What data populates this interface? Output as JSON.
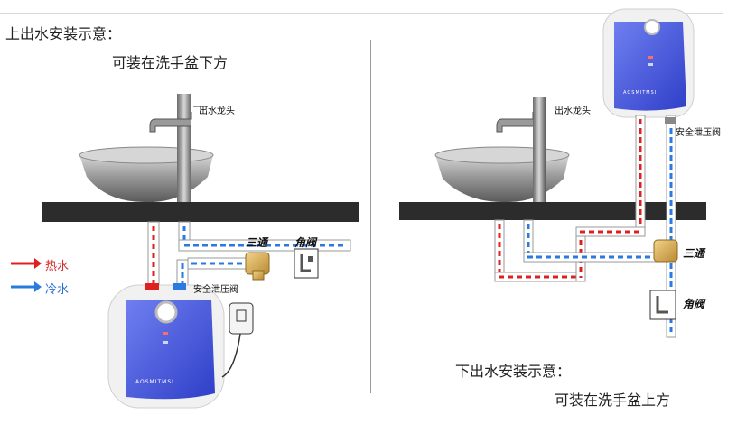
{
  "left": {
    "title": "上出水安装示意：",
    "subtitle": "可装在洗手盆下方",
    "faucet_label": "出水龙头",
    "tee_label": "三通",
    "angle_valve_label": "角阀",
    "relief_valve_label": "安全泄压阀",
    "heater_brand": "AOSMITMSI"
  },
  "right": {
    "title": "下出水安装示意：",
    "subtitle": "可装在洗手盆上方",
    "faucet_label": "出水龙头",
    "tee_label": "三通",
    "angle_valve_label": "角阀",
    "relief_valve_label": "安全泄压阀",
    "heater_brand": "AOSMITMSI"
  },
  "legend": {
    "hot_label": "热水",
    "cold_label": "冷水",
    "hot_color": "#e02020",
    "cold_color": "#2a7ae0"
  }
}
